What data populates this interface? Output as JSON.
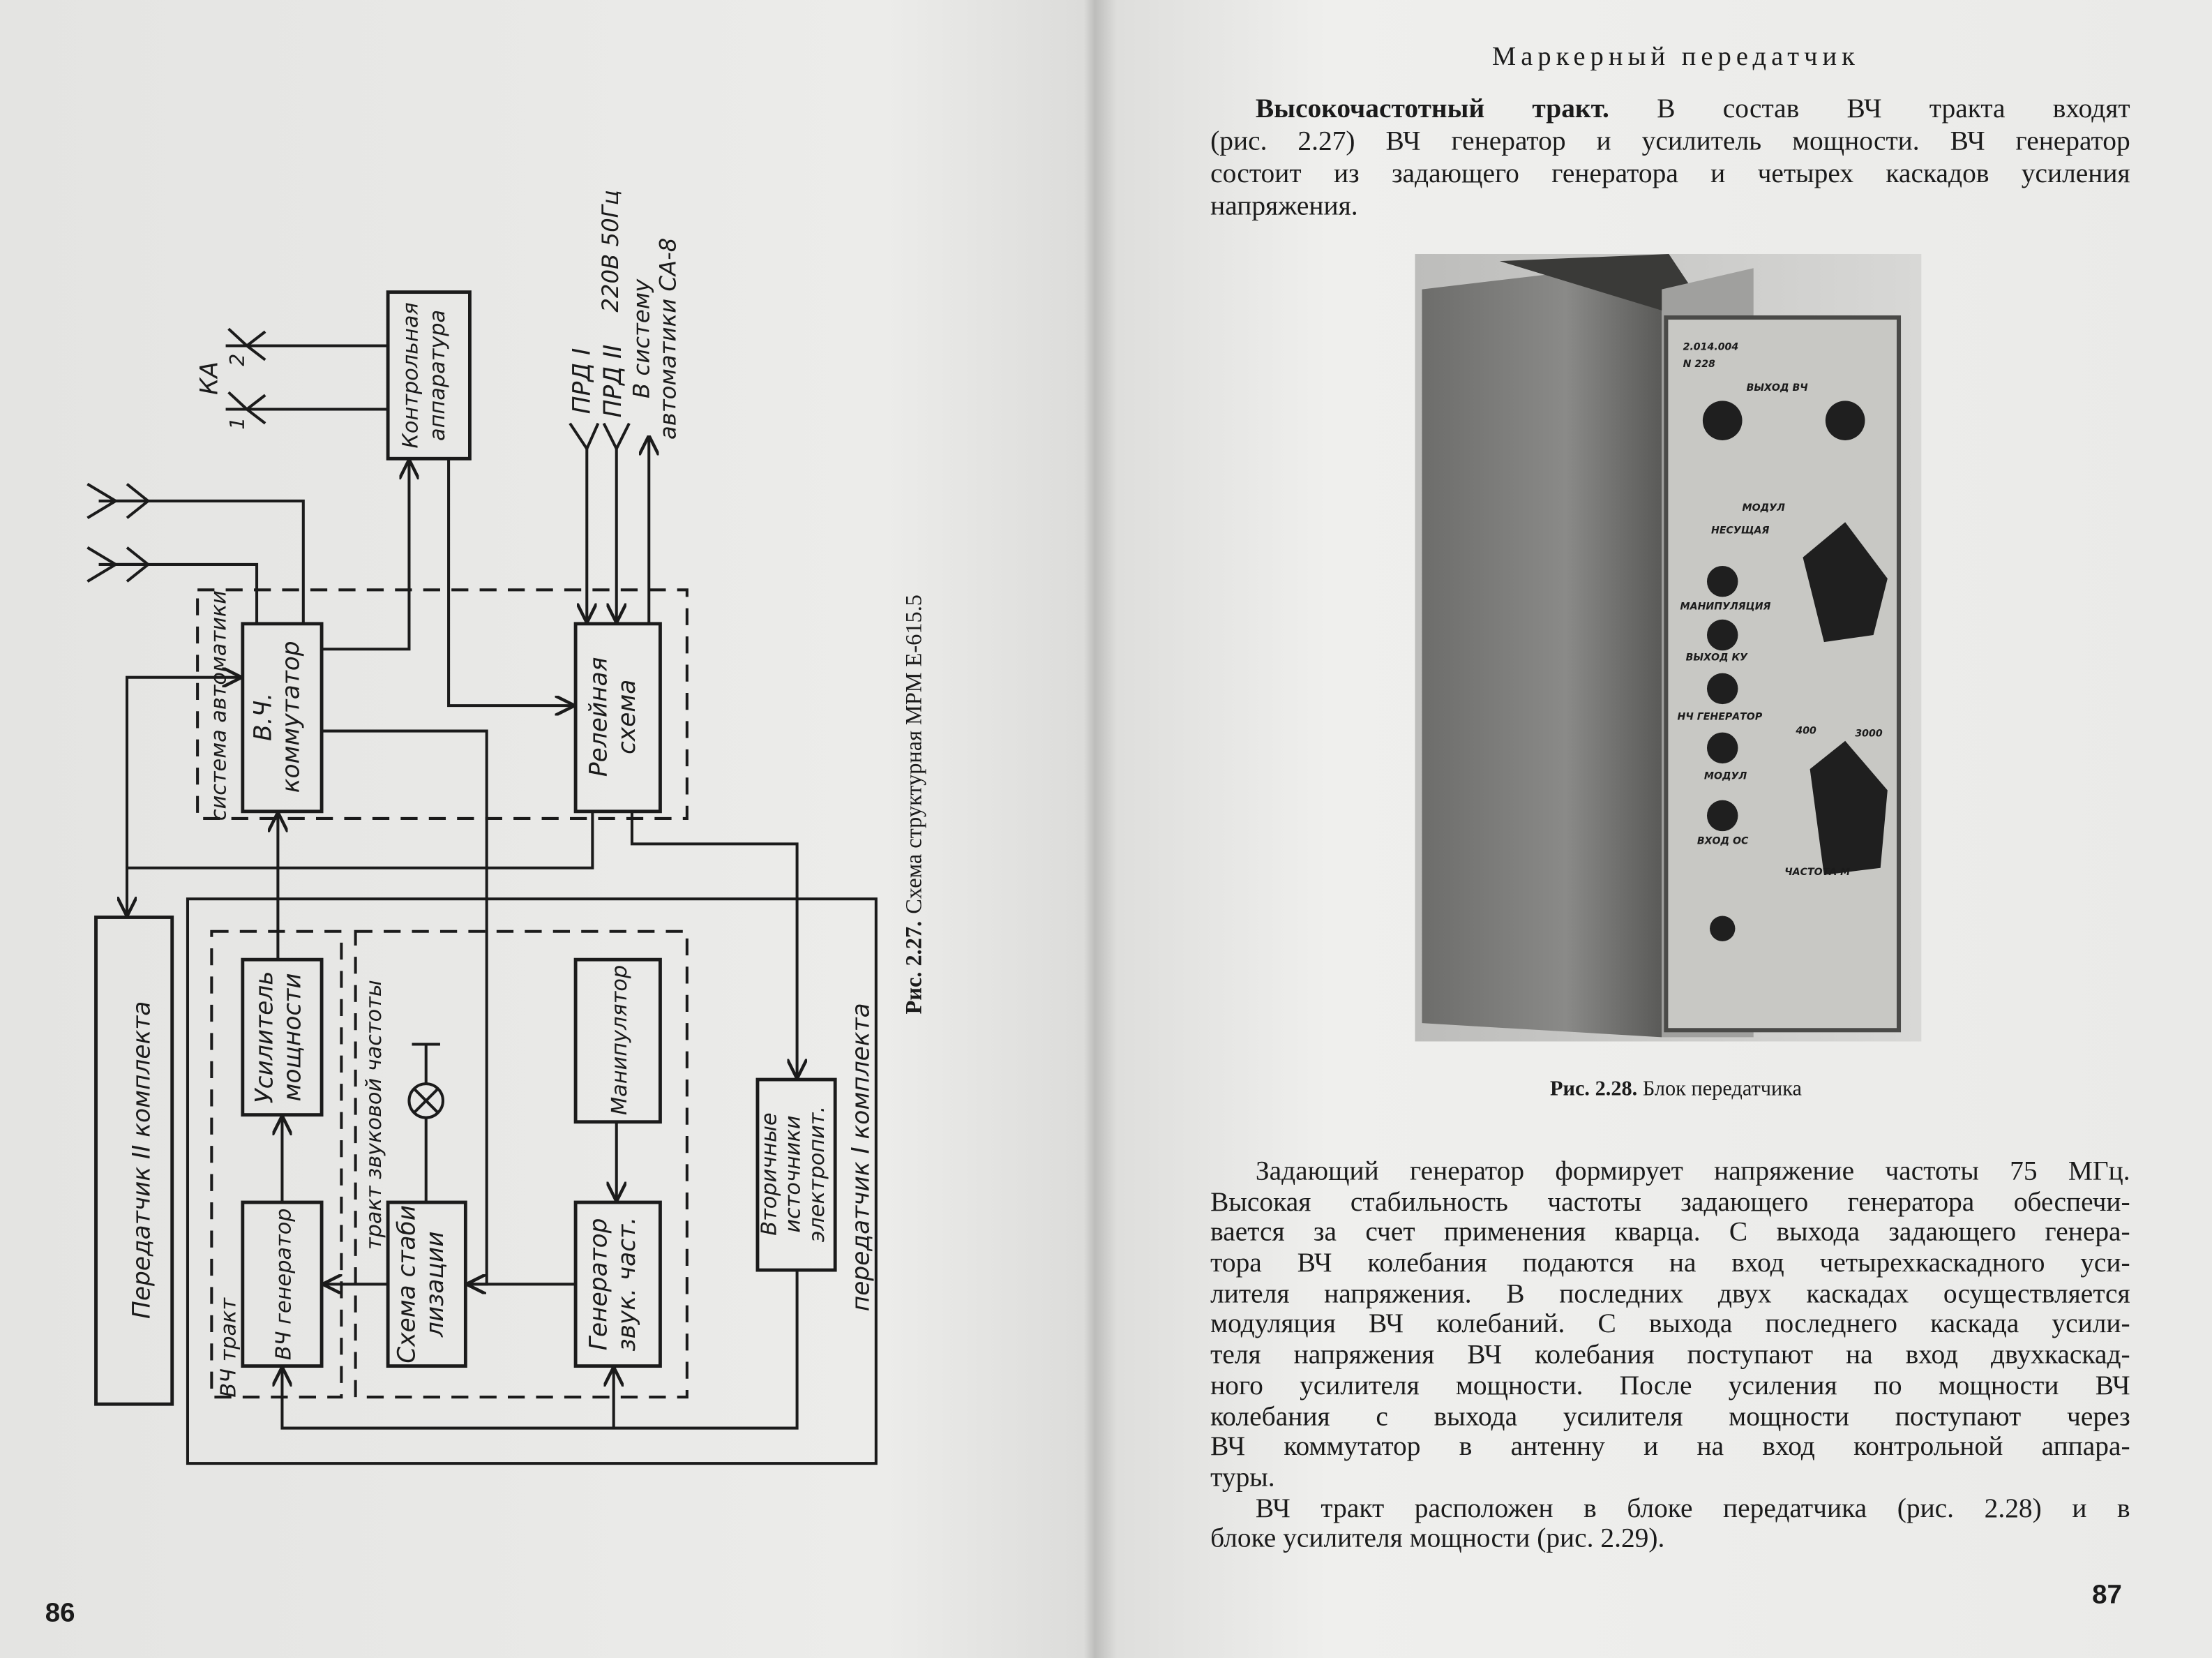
{
  "left_page": {
    "page_number": "86",
    "figure_caption_label": "Рис. 2.27.",
    "figure_caption_text": "Схема структурная МРМ Е-615.5",
    "diagram": {
      "transmitter_2": "Передатчик II комплекта",
      "transmitter_1_group": "передатчик I комплекта",
      "hf_path_group": "ВЧ тракт",
      "af_path_group": "тракт звуковой частоты",
      "automation_group": "система автоматики",
      "power_amplifier": [
        "Усилитель",
        "мощности"
      ],
      "hf_generator": "ВЧ генератор",
      "stabilization": [
        "Схема стаби",
        "лизации"
      ],
      "manipulator": "Манипулятор",
      "af_generator": [
        "Генератор",
        "звук. част."
      ],
      "power_supply": [
        "Вторичные",
        "источники",
        "электропит."
      ],
      "hf_switch": [
        "В.Ч.",
        "коммутатор"
      ],
      "relay_circuit": [
        "Релейная",
        "схема"
      ],
      "control_equipment": [
        "Контрольная",
        "аппаратура"
      ],
      "ka_label": "КА",
      "ka_1": "1",
      "ka_2": "2",
      "prd_1": "ПРД I",
      "prd_2": "ПРД II",
      "mains": "220В 50Гц",
      "to_automation": [
        "В систему",
        "автоматики СА-8"
      ]
    }
  },
  "right_page": {
    "page_number": "87",
    "running_head": "Маркерный передатчик",
    "paragraph_1": {
      "lead_bold": "Высокочастотный тракт.",
      "lines": [
        " В состав ВЧ тракта входят",
        "(рис. 2.27) ВЧ генератор и усилитель мощности. ВЧ генератор",
        "состоит из задающего генератора и четырех каскадов усиления",
        "напряжения."
      ]
    },
    "figure_caption_label": "Рис. 2.28.",
    "figure_caption_text": "Блок передатчика",
    "photo_labels": {
      "serial": "2.014.004",
      "number": "N 228",
      "hf_out": "ВЫХОД ВЧ",
      "modul_top": "МОДУЛ",
      "carrier": "НЕСУЩАЯ",
      "manip": "МАНИПУЛЯЦИЯ",
      "ku_out": "ВЫХОД КУ",
      "lf_gen": "НЧ ГЕНЕРАТОР",
      "modul": "МОДУЛ",
      "os_in": "ВХОД ОС",
      "freq": "ЧАСТОТА М",
      "f400": "400",
      "f3000": "3000"
    },
    "paragraph_2": [
      "Задающий генератор формирует напряжение частоты 75 МГц.",
      "Высокая стабильность частоты задающего генератора обеспечи-",
      "вается за счет применения кварца. С выхода задающего генера-",
      "тора ВЧ колебания подаются на вход четырехкаскадного уси-",
      "лителя напряжения. В последних двух каскадах осуществляется",
      "модуляция ВЧ колебаний. С выхода последнего каскада усили-",
      "теля напряжения ВЧ колебания поступают на вход двухкаскад-",
      "ного усилителя мощности. После усиления по мощности ВЧ",
      "колебания с выхода усилителя мощности поступают через",
      "ВЧ коммутатор в антенну и на вход контрольной аппара-",
      "туры."
    ],
    "paragraph_3": [
      "ВЧ тракт расположен в блоке передатчика (рис. 2.28) и в",
      "блоке усилителя мощности (рис. 2.29)."
    ]
  }
}
